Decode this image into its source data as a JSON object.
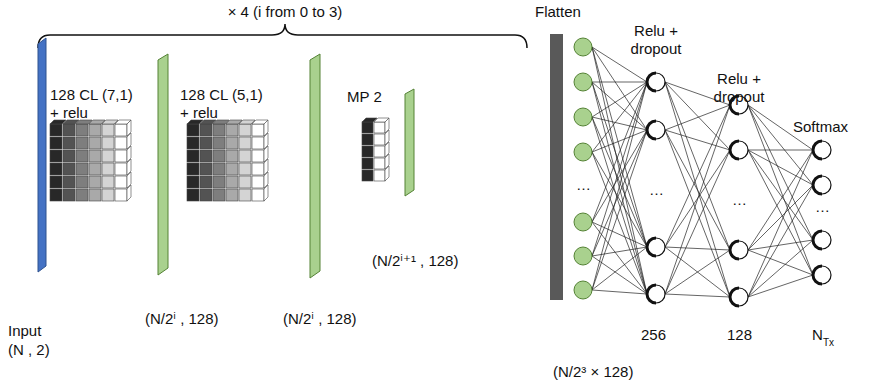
{
  "diagram": {
    "labels": [
      "× 4 (i from 0 to 3)",
      "Flatten",
      "Relu + dropout",
      "128 CL (7,1) + relu",
      "128 CL (5,1) + relu",
      "Relu + dropout",
      "MP 2",
      "Softmax",
      "…",
      "…",
      "…",
      "…",
      "(N/2ⁱ⁺¹ , 128)",
      "Input",
      "(N , 2)",
      "(N/2ⁱ , 128)",
      "(N/2ⁱ , 128)",
      "256",
      "128",
      "N",
      "Tx",
      "(N/2³ × 128)"
    ]
  }
}
